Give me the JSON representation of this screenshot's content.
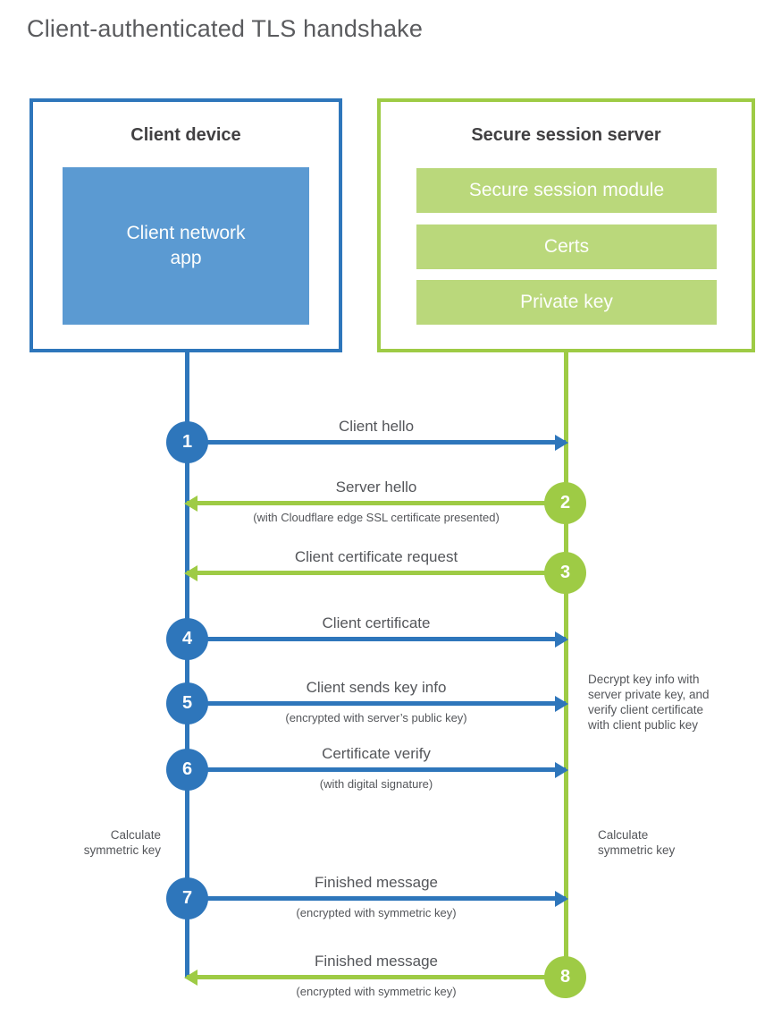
{
  "title": "Client-authenticated TLS handshake",
  "colors": {
    "blue": "#2e76bb",
    "blue_fill": "#5b9ad2",
    "green": "#9ecb45",
    "green_fill": "#bad87b",
    "heading_text": "#414042",
    "body_text": "#54565a"
  },
  "client_box": {
    "title": "Client device",
    "app_label": "Client network\napp"
  },
  "server_box": {
    "title": "Secure session server",
    "modules": [
      "Secure session module",
      "Certs",
      "Private key"
    ]
  },
  "steps": [
    {
      "num": "1",
      "label": "Client hello",
      "sub": "",
      "direction": "client-to-server",
      "color": "blue"
    },
    {
      "num": "2",
      "label": "Server hello",
      "sub": "(with Cloudflare edge SSL certificate presented)",
      "direction": "server-to-client",
      "color": "green"
    },
    {
      "num": "3",
      "label": "Client certificate request",
      "sub": "",
      "direction": "server-to-client",
      "color": "green"
    },
    {
      "num": "4",
      "label": "Client certificate",
      "sub": "",
      "direction": "client-to-server",
      "color": "blue"
    },
    {
      "num": "5",
      "label": "Client sends key info",
      "sub": "(encrypted with server’s public key)",
      "direction": "client-to-server",
      "color": "blue"
    },
    {
      "num": "6",
      "label": "Certificate verify",
      "sub": "(with digital signature)",
      "direction": "client-to-server",
      "color": "blue"
    },
    {
      "num": "7",
      "label": "Finished message",
      "sub": "(encrypted with symmetric key)",
      "direction": "client-to-server",
      "color": "blue"
    },
    {
      "num": "8",
      "label": "Finished message",
      "sub": "(encrypted with symmetric key)",
      "direction": "server-to-client",
      "color": "green"
    }
  ],
  "annotations": {
    "decrypt_note": "Decrypt key info with\nserver private key, and\nverify client certificate\nwith client public key",
    "calc_left": "Calculate\nsymmetric key",
    "calc_right": "Calculate\nsymmetric key"
  }
}
